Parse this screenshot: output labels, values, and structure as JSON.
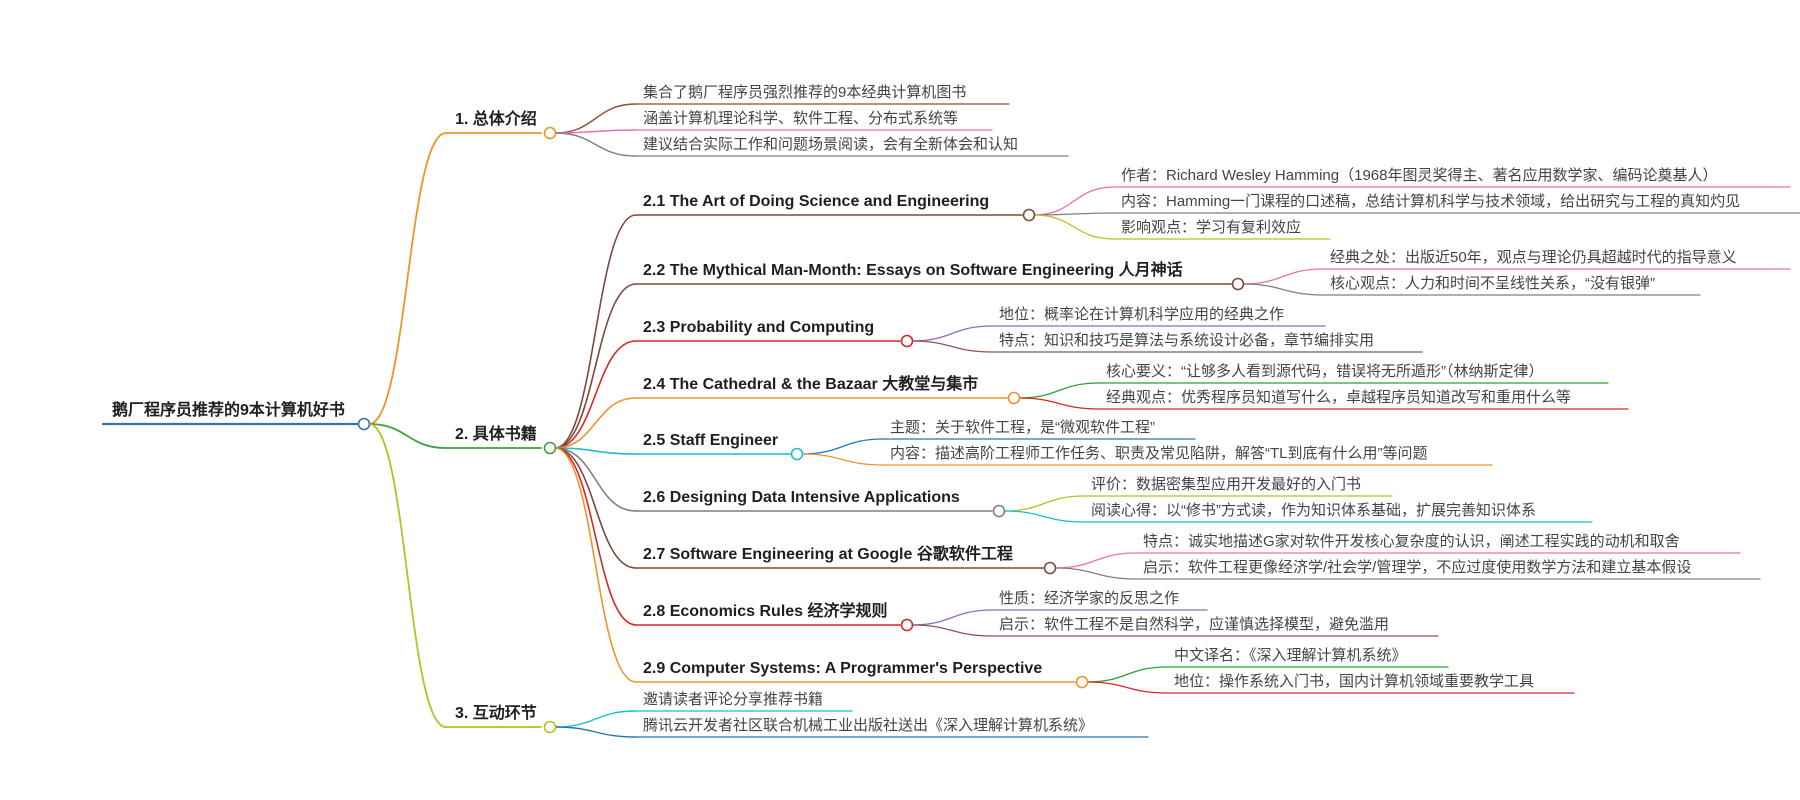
{
  "root": {
    "text": "鹅厂程序员推荐的9本计算机好书",
    "color": "#3b6fb6"
  },
  "sections": [
    {
      "text": "1. 总体介绍",
      "color": "#f0932b",
      "leaves": [
        {
          "text": "集合了鹅厂程序员强烈推荐的9本经典计算机图书",
          "color": "#8e4b3c"
        },
        {
          "text": "涵盖计算机理论科学、软件工程、分布式系统等",
          "color": "#e56fb1"
        },
        {
          "text": "建议结合实际工作和问题场景阅读，会有全新体会和认知",
          "color": "#7f7f7f"
        }
      ]
    },
    {
      "text": "2. 具体书籍",
      "color": "#3ea03e",
      "books": [
        {
          "text": "2.1 The Art of Doing Science and Engineering",
          "color": "#7b4a3c",
          "leaves": [
            {
              "text": "作者：Richard Wesley Hamming（1968年图灵奖得主、著名应用数学家、编码论奠基人）",
              "color": "#e56fb1"
            },
            {
              "text": "内容：Hamming一门课程的口述稿，总结计算机科学与技术领域，给出研究与工程的真知灼见",
              "color": "#7f7f7f"
            },
            {
              "text": "影响观点：学习有复利效应",
              "color": "#bcbd22"
            }
          ]
        },
        {
          "text": "2.2 The Mythical Man-Month: Essays on Software Engineering 人月神话",
          "color": "#7b4a3c",
          "leaves": [
            {
              "text": "经典之处：出版近50年，观点与理论仍具超越时代的指导意义",
              "color": "#e56fb1"
            },
            {
              "text": "核心观点：人力和时间不呈线性关系，“没有银弹”",
              "color": "#7f7f7f"
            }
          ]
        },
        {
          "text": "2.3 Probability and Computing",
          "color": "#d62728",
          "leaves": [
            {
              "text": "地位：概率论在计算机科学应用的经典之作",
              "color": "#9467bd"
            },
            {
              "text": "特点：知识和技巧是算法与系统设计必备，章节编排实用",
              "color": "#8c564b"
            }
          ]
        },
        {
          "text": "2.4 The Cathedral & the Bazaar 大教堂与集市",
          "color": "#f0932b",
          "leaves": [
            {
              "text": "核心要义：“让够多人看到源代码，错误将无所遁形”（林纳斯定律）",
              "color": "#2ca02c"
            },
            {
              "text": "经典观点：优秀程序员知道写什么，卓越程序员知道改写和重用什么等",
              "color": "#d62728"
            }
          ]
        },
        {
          "text": "2.5 Staff Engineer",
          "color": "#17becf",
          "leaves": [
            {
              "text": "主题：关于软件工程，是“微观软件工程”",
              "color": "#1f77b4"
            },
            {
              "text": "内容：描述高阶工程师工作任务、职责及常见陷阱，解答“TL到底有什么用”等问题",
              "color": "#f0932b"
            }
          ]
        },
        {
          "text": "2.6 Designing Data Intensive Applications",
          "color": "#7f7f7f",
          "leaves": [
            {
              "text": "评价：数据密集型应用开发最好的入门书",
              "color": "#bcbd22"
            },
            {
              "text": "阅读心得：以“修书”方式读，作为知识体系基础，扩展完善知识体系",
              "color": "#17becf"
            }
          ]
        },
        {
          "text": "2.7 Software Engineering at Google 谷歌软件工程",
          "color": "#7b4a3c",
          "leaves": [
            {
              "text": "特点：诚实地描述G家对软件开发核心复杂度的认识，阐述工程实践的动机和取舍",
              "color": "#e56fb1"
            },
            {
              "text": "启示：软件工程更像经济学/社会学/管理学，不应过度使用数学方法和建立基本假设",
              "color": "#7f7f7f"
            }
          ]
        },
        {
          "text": "2.8 Economics Rules 经济学规则",
          "color": "#d62728",
          "leaves": [
            {
              "text": "性质：经济学家的反思之作",
              "color": "#9467bd"
            },
            {
              "text": "启示：软件工程不是自然科学，应谨慎选择模型，避免滥用",
              "color": "#8c564b"
            }
          ]
        },
        {
          "text": "2.9 Computer Systems: A Programmer's Perspective",
          "color": "#f0932b",
          "leaves": [
            {
              "text": "中文译名：《深入理解计算机系统》",
              "color": "#2ca02c"
            },
            {
              "text": "地位：操作系统入门书，国内计算机领域重要教学工具",
              "color": "#d62728"
            }
          ]
        }
      ]
    },
    {
      "text": "3. 互动环节",
      "color": "#bcbd22",
      "leaves": [
        {
          "text": "邀请读者评论分享推荐书籍",
          "color": "#17becf"
        },
        {
          "text": "腾讯云开发者社区联合机械工业出版社送出《深入理解计算机系统》",
          "color": "#1f77b4"
        }
      ]
    }
  ]
}
